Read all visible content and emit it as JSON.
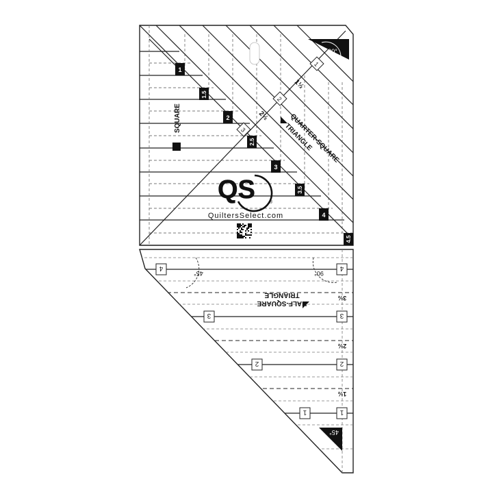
{
  "brand": {
    "logo_text": "QS",
    "registered_mark": "®",
    "website": "QuiltersSelect.com"
  },
  "top_ruler": {
    "corner_angle": "90°",
    "square_label": "SQUARE",
    "triangle_label_line1": "QUARTER-SQUARE",
    "triangle_label_line2": "TRIANGLE",
    "edge_markers": [
      "1",
      "1.5",
      "2",
      "2.5",
      "3",
      "3.5",
      "4",
      "4.5"
    ],
    "diagonal_box_markers": [
      "1",
      "2",
      "3"
    ],
    "diagonal_fraction_markers": [
      "1½",
      "2½"
    ]
  },
  "bottom_ruler": {
    "label_line1": "HALF-SQUARE",
    "label_line2": "TRIANGLE",
    "angle_left": "45°",
    "angle_right": "90°",
    "corner_angle": "45°",
    "right_markers": [
      "4",
      "3",
      "2",
      "1"
    ],
    "left_markers": [
      "4",
      "3",
      "2",
      "1"
    ],
    "fraction_markers": [
      "3½",
      "2½",
      "1½"
    ]
  },
  "colors": {
    "ink": "#111111",
    "dash": "#777777",
    "background": "#ffffff"
  },
  "icons": [
    "qr-code-icon",
    "qs-logo-icon"
  ]
}
